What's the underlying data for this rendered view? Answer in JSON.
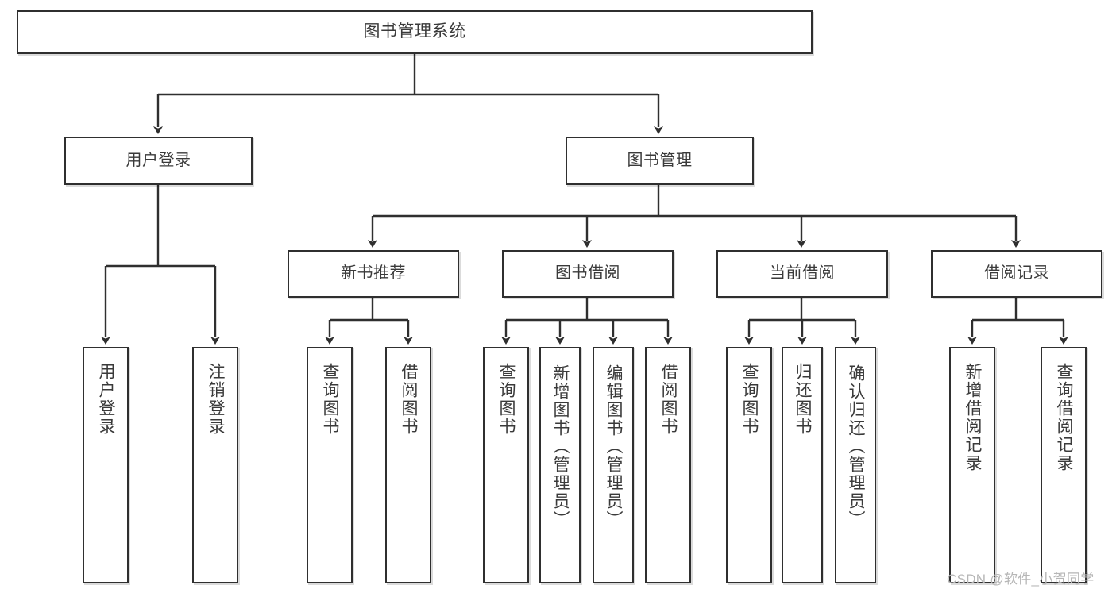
{
  "diagram": {
    "type": "tree-hierarchy",
    "title": "图书管理系统",
    "colors": {
      "box_border": "#2f2f2f",
      "box_fill": "#ffffff",
      "text": "#3a3a3a",
      "connector": "#2f2f2f",
      "watermark": "#b6b6b6",
      "background": "#ffffff"
    },
    "root": {
      "label": "图书管理系统"
    },
    "level2": [
      {
        "label": "用户登录"
      },
      {
        "label": "图书管理"
      }
    ],
    "level3": [
      {
        "label": "新书推荐"
      },
      {
        "label": "图书借阅"
      },
      {
        "label": "当前借阅"
      },
      {
        "label": "借阅记录"
      }
    ],
    "leaves": {
      "user_login": [
        {
          "label": "用户登录"
        },
        {
          "label": "注销登录"
        }
      ],
      "new_book_recommend": [
        {
          "label": "查询图书"
        },
        {
          "label": "借阅图书"
        }
      ],
      "book_borrow": [
        {
          "label": "查询图书"
        },
        {
          "label": "新增图书（管理员）"
        },
        {
          "label": "编辑图书（管理员）"
        },
        {
          "label": "借阅图书"
        }
      ],
      "current_borrow": [
        {
          "label": "查询图书"
        },
        {
          "label": "归还图书"
        },
        {
          "label": "确认归还（管理员）"
        }
      ],
      "borrow_record": [
        {
          "label": "新增借阅记录"
        },
        {
          "label": "查询借阅记录"
        }
      ]
    }
  },
  "watermark": {
    "text": "CSDN @软件_小贺同学"
  }
}
